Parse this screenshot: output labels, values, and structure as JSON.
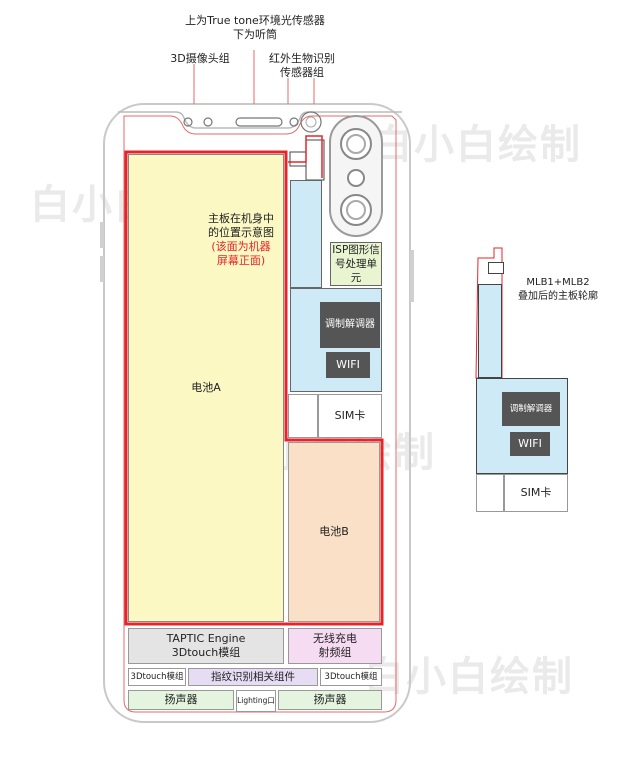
{
  "top_labels": {
    "truetone_line1": "上为True tone环境光传感器",
    "truetone_line2": "下为听筒",
    "camera_3d": "3D摄像头组",
    "ir_line1": "红外生物识别",
    "ir_line2": "传感器组"
  },
  "board_note": {
    "line1": "主板在机身中",
    "line2": "的位置示意图",
    "line3": "(该面为机器",
    "line4": "屏幕正面)"
  },
  "parts": {
    "battery_a": "电池A",
    "battery_b": "电池B",
    "isp_line1": "ISP图形信",
    "isp_line2": "号处理单元",
    "modem": "调制解调器",
    "wifi": "WIFI",
    "sim": "SIM卡",
    "taptic_line1": "TAPTIC Engine",
    "taptic_line2": "3Dtouch模组",
    "wireless_line1": "无线充电",
    "wireless_line2": "射频组",
    "touch_left": "3Dtouch模组",
    "fingerprint": "指纹识别相关组件",
    "touch_right": "3Dtouch模组",
    "speaker_left": "扬声器",
    "lightning": "Lighting口",
    "speaker_right": "扬声器"
  },
  "mlb": {
    "title_line1": "MLB1+MLB2",
    "title_line2": "叠加后的主板轮廓",
    "modem": "调制解调器",
    "wifi": "WIFI",
    "sim": "SIM卡"
  },
  "watermark": "白小白绘制",
  "colors": {
    "battery_a": "#fbf8c4",
    "battery_b": "#fbe0c8",
    "board_blue": "#cdeaf6",
    "isp_green": "#e9f5d1",
    "wireless_pink": "#f6dcf3",
    "finger_purple": "#e6dcf4",
    "speaker_green": "#e4f4de",
    "grey": "#e4e4e4",
    "accent_red": "#e4262b"
  }
}
